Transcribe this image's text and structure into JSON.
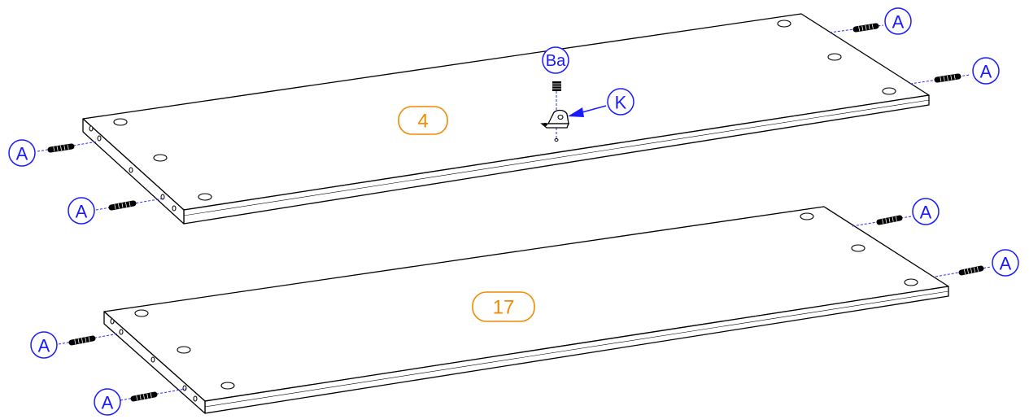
{
  "diagram": {
    "panels": [
      {
        "part_number": "4"
      },
      {
        "part_number": "17"
      }
    ],
    "callouts": {
      "dowel": "A",
      "screw": "Ba",
      "bracket": "K"
    },
    "colors": {
      "callout": "#1a1aff",
      "part_label": "#f08a00",
      "line": "#000000"
    }
  }
}
